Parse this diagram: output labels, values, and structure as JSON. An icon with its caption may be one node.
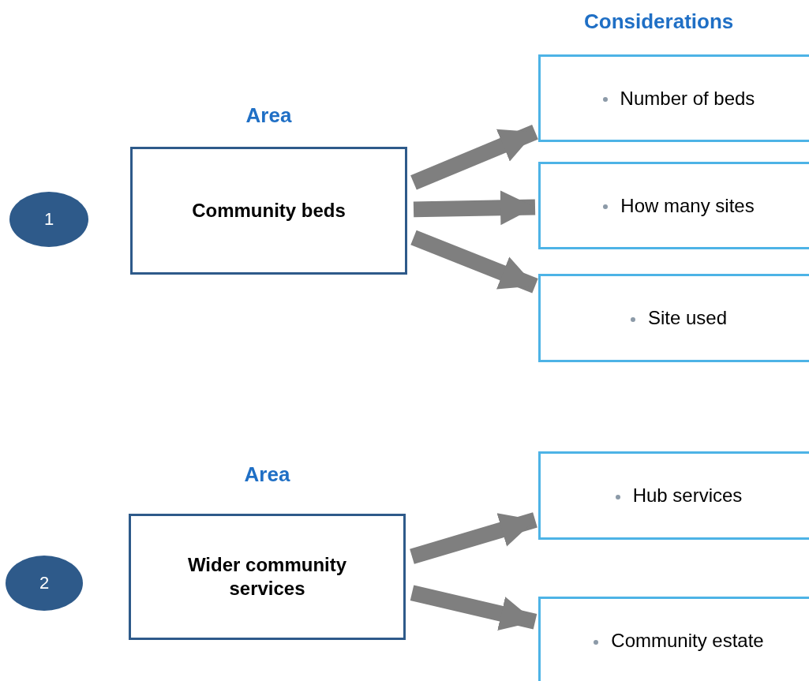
{
  "diagram": {
    "nodes": [
      {
        "text": [
          "1"
        ]
      },
      {
        "text": [
          "Area",
          "Community beds"
        ]
      },
      {
        "text": [
          "Number of beds"
        ]
      },
      {
        "text": [
          "How many sites"
        ]
      },
      {
        "text": [
          "Site used"
        ]
      },
      {
        "text": [
          "2"
        ]
      },
      {
        "text": [
          "Area",
          "Wider community services"
        ]
      },
      {
        "text": [
          "Hub services"
        ]
      },
      {
        "text": [
          "Community estate"
        ]
      }
    ],
    "edges": [
      {
        "from": 1,
        "to": 2,
        "arrow": "to"
      },
      {
        "from": 1,
        "to": 3,
        "arrow": "to"
      },
      {
        "from": 1,
        "to": 4,
        "arrow": "to"
      },
      {
        "from": 6,
        "to": 7,
        "arrow": "to"
      },
      {
        "from": 6,
        "to": 8,
        "arrow": "to"
      }
    ],
    "labels": [
      "Considerations"
    ]
  }
}
